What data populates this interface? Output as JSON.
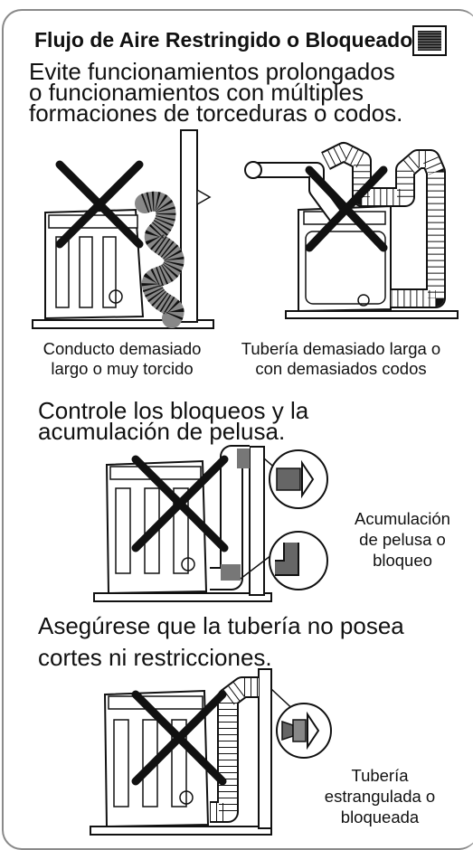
{
  "title": "Flujo de Aire Restringido o Bloqueado",
  "section1": {
    "heading_lines": [
      "Evite funcionamientos prolongados",
      "o funcionamientos con múltiples",
      "formaciones de torceduras o codos."
    ],
    "caption_left": [
      "Conducto demasiado",
      "largo o muy torcido"
    ],
    "caption_right": [
      "Tubería demasiado larga o",
      "con demasiados codos"
    ]
  },
  "section2": {
    "heading_lines": [
      "Controle los bloqueos y la",
      "acumulación de pelusa."
    ],
    "caption": [
      "Acumulación",
      "de pelusa o",
      "bloqueo"
    ]
  },
  "section3": {
    "heading_lines": [
      "Asegúrese que la tubería no posea",
      "cortes ni restricciones."
    ],
    "caption": [
      "Tubería",
      "estrangulada o",
      "bloqueada"
    ]
  },
  "icons": [
    "vent-grille-icon",
    "prohibited-x-icon"
  ]
}
